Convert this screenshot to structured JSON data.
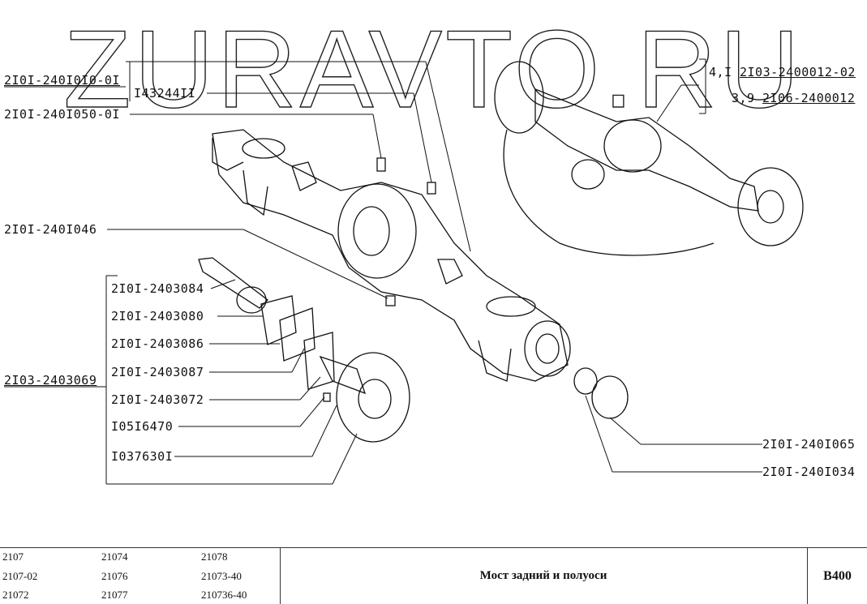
{
  "watermark": "ZURAVTO.RU",
  "labels": {
    "p_240i0i0": "2I0I-240I0I0-0I",
    "p_i43244ii": "I43244II",
    "p_2401050": "2I0I-240I050-0I",
    "p_2401046": "2I0I-240I046",
    "p_2403084": "2I0I-2403084",
    "p_2403080": "2I0I-2403080",
    "p_2403086": "2I0I-2403086",
    "p_2403087": "2I0I-2403087",
    "p_2403072": "2I0I-2403072",
    "p_1056470": "I05I6470",
    "p_1037630": "I037630I",
    "p_2403069": "2I03-2403069",
    "p_2401065": "2I0I-240I065",
    "p_2401034": "2I0I-240I034",
    "ratio_1": "4,I",
    "ratio_2": "3,9",
    "assy_1": "2I03-2400012-02",
    "assy_2": "2I06-2400012"
  },
  "footer": {
    "models": [
      "2107",
      "21074",
      "21078",
      "2107-02",
      "21076",
      "21073-40",
      "21072",
      "21077",
      "210736-40"
    ],
    "title": "Мост задний и полуоси",
    "code": "B400"
  }
}
